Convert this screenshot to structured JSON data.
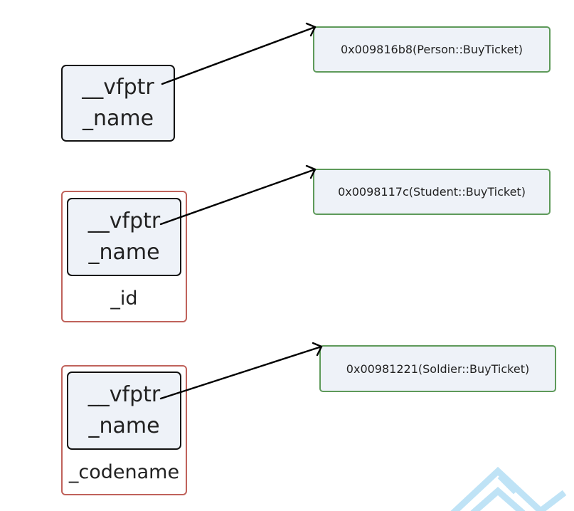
{
  "objects": [
    {
      "vfptr_label": "__vfptr",
      "name_label": "_name",
      "extra_label": "",
      "vfunc_label": "0x009816b8(Person::BuyTicket)"
    },
    {
      "vfptr_label": "__vfptr",
      "name_label": "_name",
      "extra_label": "_id",
      "vfunc_label": "0x0098117c(Student::BuyTicket)"
    },
    {
      "vfptr_label": "__vfptr",
      "name_label": "_name",
      "extra_label": "_codename",
      "vfunc_label": "0x00981221(Soldier::BuyTicket)"
    }
  ],
  "colors": {
    "object_border": "#111111",
    "derived_border": "#c0625b",
    "vfunc_border": "#5e9a5a",
    "box_fill": "#eef2f8",
    "arrow": "#000000",
    "watermark": "#bfe3f6"
  }
}
